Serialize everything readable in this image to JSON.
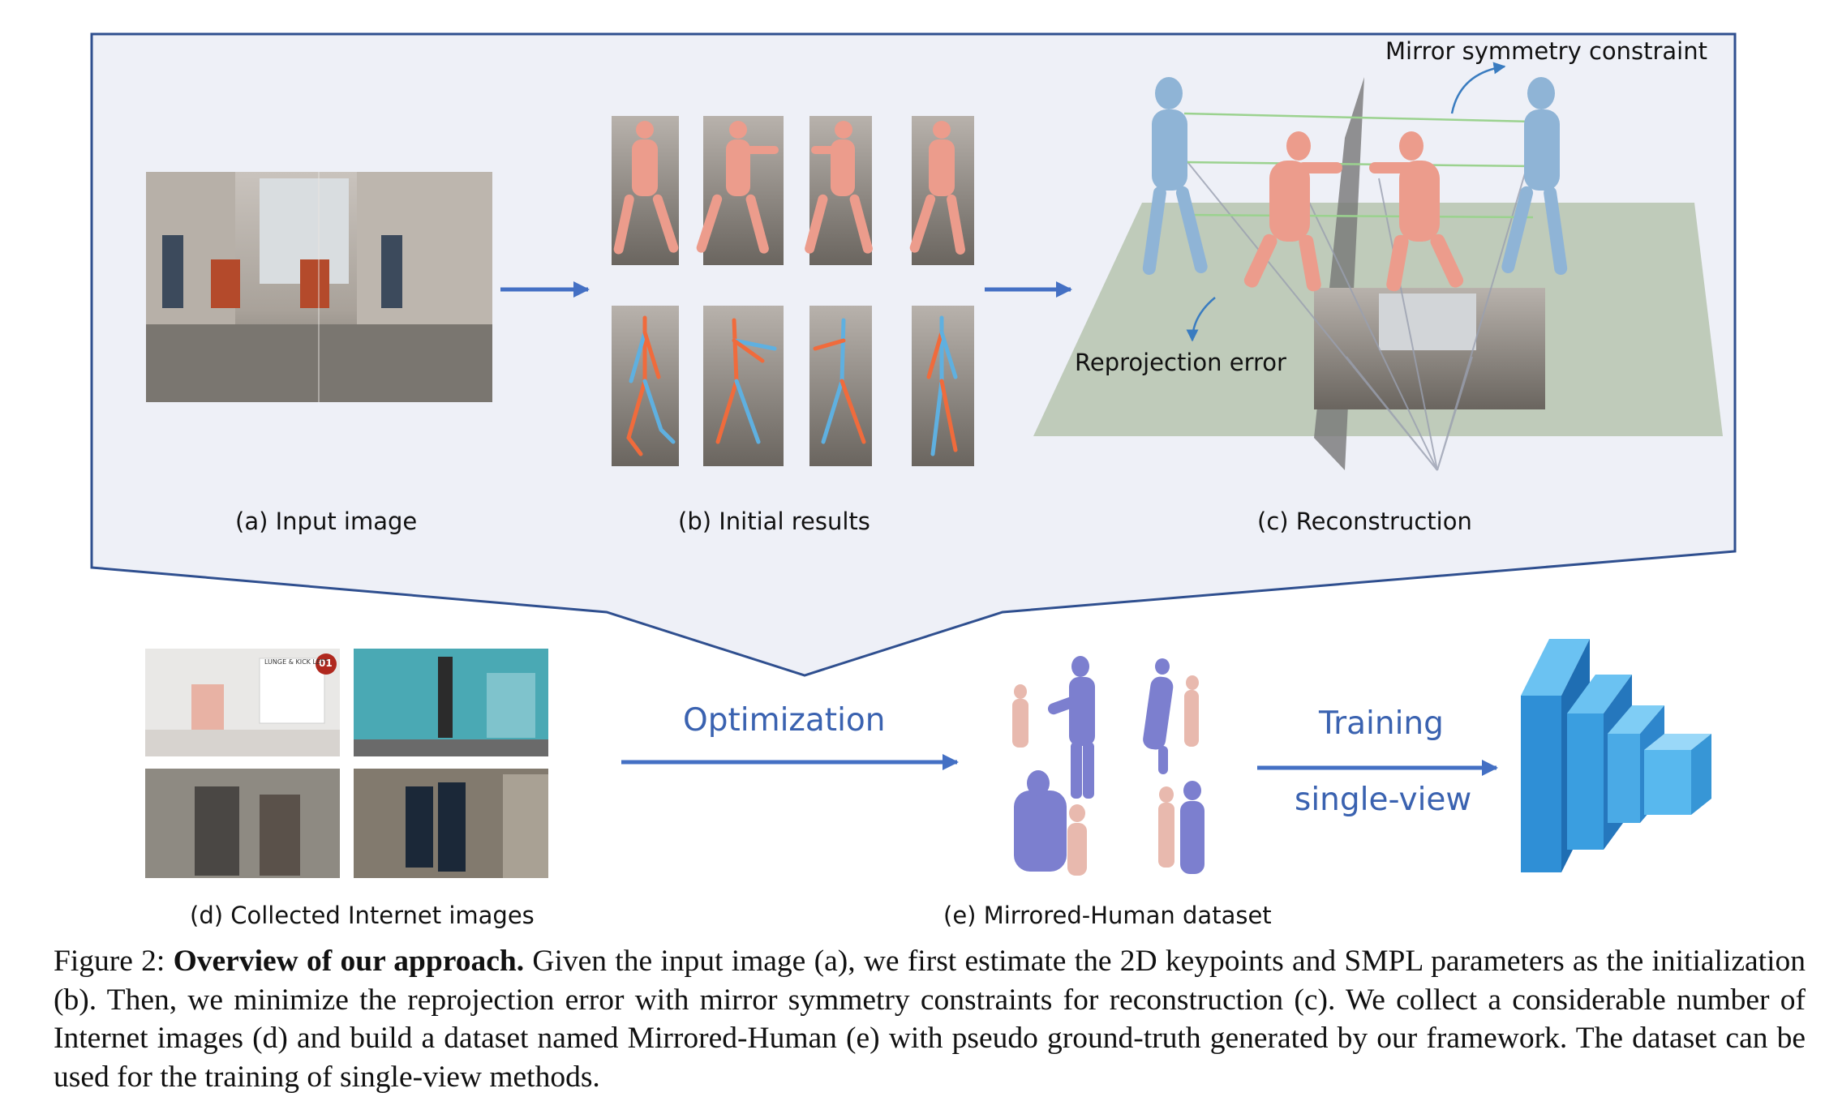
{
  "labels": {
    "input_image": "(a) Input image",
    "initial_results": "(b) Initial results",
    "reconstruction": "(c) Reconstruction",
    "collected_images": "(d) Collected Internet images",
    "mirrored_dataset": "(e) Mirrored-Human dataset",
    "mirror_constraint": "Mirror symmetry constraint",
    "reprojection_error": "Reprojection error",
    "optimization": "Optimization",
    "training": "Training",
    "single_view": "single-view"
  },
  "caption": {
    "figure_label": "Figure 2:",
    "bold_title": "Overview of our approach.",
    "text": "Given the input image (a), we first estimate the 2D keypoints and SMPL parameters as the initialization (b). Then, we minimize the reprojection error with mirror symmetry constraints for reconstruction (c). We collect a considerable number of Internet images (d) and build a dataset named Mirrored-Human (e) with pseudo ground-truth generated by our framework. The dataset can be used for the training of single-view methods."
  },
  "thumbnail_text": {
    "badge": "01",
    "sign": "LUNGE & KICK LEFT"
  },
  "colors": {
    "panel_bg": "#eef0f7",
    "panel_border": "#2f4f8f",
    "arrow": "#4470c4",
    "blue_text": "#3a62b0",
    "body_pink": "#ec9c8c",
    "body_blue": "#8fb4d6",
    "body_purple": "#7c7fcf",
    "plane": "#b9c7b3",
    "network_blue": "#3a9ee0"
  }
}
